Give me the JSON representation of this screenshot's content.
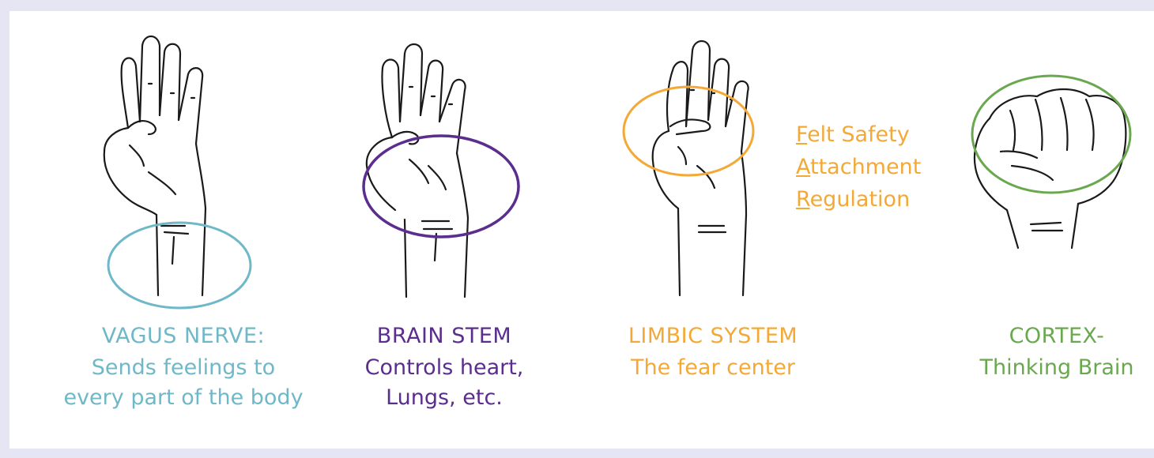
{
  "colors": {
    "vagus": "#6fb8c8",
    "brainstem": "#5b2d8e",
    "limbic": "#f4a836",
    "cortex": "#6aa84f",
    "outline": "#1a1a1a",
    "background": "#e6e5f3"
  },
  "panels": [
    {
      "id": "vagus-nerve",
      "title": "VAGUS NERVE:",
      "description_lines": [
        "Sends feelings to",
        "every part of the body"
      ],
      "circle_color": "vagus",
      "icon": "open-hand-icon"
    },
    {
      "id": "brain-stem",
      "title": "BRAIN STEM",
      "description_lines": [
        "Controls heart,",
        "Lungs, etc."
      ],
      "circle_color": "brainstem",
      "icon": "open-hand-icon"
    },
    {
      "id": "limbic-system",
      "title": "LIMBIC SYSTEM",
      "description_lines": [
        "The fear center"
      ],
      "circle_color": "limbic",
      "icon": "hand-thumb-folded-icon"
    },
    {
      "id": "cortex",
      "title": "CORTEX-",
      "description_lines": [
        "Thinking Brain"
      ],
      "circle_color": "cortex",
      "icon": "fist-icon"
    }
  ],
  "fear_acronym": [
    {
      "initial": "F",
      "rest": "elt Safety"
    },
    {
      "initial": "A",
      "rest": "ttachment"
    },
    {
      "initial": "R",
      "rest": "egulation"
    }
  ]
}
